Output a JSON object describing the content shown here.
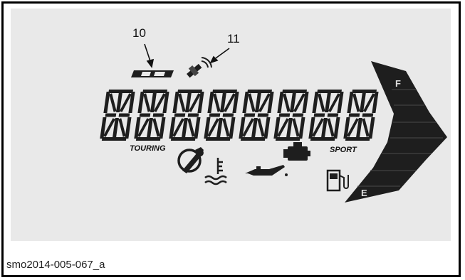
{
  "callouts": {
    "a": "10",
    "b": "11"
  },
  "labels": {
    "touring": "TOURING",
    "sport": "SPORT"
  },
  "fuel_gauge": {
    "full": "F",
    "empty": "E",
    "icon": "fuel-pump-icon"
  },
  "caption": "smo2014-005-067_a",
  "icons": [
    "mode-badge-icon",
    "gps-satellite-icon",
    "wrench-icon",
    "coolant-temperature-icon",
    "oil-pressure-icon",
    "check-engine-icon"
  ],
  "colors": {
    "segment": "#1e1e1e",
    "panel": "#e9e9e9",
    "border": "#000000"
  }
}
